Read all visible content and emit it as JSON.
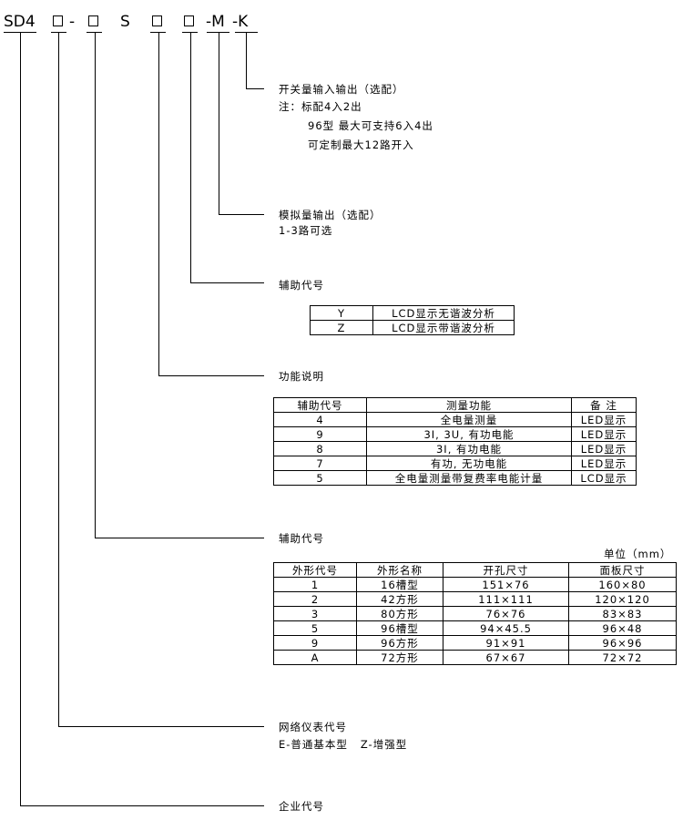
{
  "model_code": {
    "sd4": "SD4",
    "dash1": "-",
    "s": "S",
    "m": "-M",
    "k": "-K"
  },
  "switch_io": {
    "title": "开关量输入输出（选配）",
    "note1": "注：标配4入2出",
    "note2": "96型 最大可支持6入4出",
    "note3": "可定制最大12路开入"
  },
  "analog_output": {
    "title": "模拟量输出（选配）",
    "desc": "1-3路可选"
  },
  "aux_code_display": {
    "title": "辅助代号",
    "rows": [
      [
        "Y",
        "LCD显示无谐波分析"
      ],
      [
        "Z",
        "LCD显示带谐波分析"
      ]
    ]
  },
  "function_desc": {
    "title": "功能说明",
    "headers": [
      "辅助代号",
      "测量功能",
      "备 注"
    ],
    "rows": [
      [
        "4",
        "全电量测量",
        "LED显示"
      ],
      [
        "9",
        "3I, 3U, 有功电能",
        "LED显示"
      ],
      [
        "8",
        "3I, 有功电能",
        "LED显示"
      ],
      [
        "7",
        "有功, 无功电能",
        "LED显示"
      ],
      [
        "5",
        "全电量测量带复费率电能计量",
        "LCD显示"
      ]
    ]
  },
  "shape_code": {
    "title": "辅助代号",
    "unit": "单位（mm）",
    "headers": [
      "外形代号",
      "外形名称",
      "开孔尺寸",
      "面板尺寸"
    ],
    "rows": [
      [
        "1",
        "16槽型",
        "151×76",
        "160×80"
      ],
      [
        "2",
        "42方形",
        "111×111",
        "120×120"
      ],
      [
        "3",
        "80方形",
        "76×76",
        "83×83"
      ],
      [
        "5",
        "96槽型",
        "94×45.5",
        "96×48"
      ],
      [
        "9",
        "96方形",
        "91×91",
        "96×96"
      ],
      [
        "A",
        "72方形",
        "67×67",
        "72×72"
      ]
    ]
  },
  "meter_code": {
    "title": "网络仪表代号",
    "desc": "E-普通基本型   Z-增强型"
  },
  "company_code": {
    "title": "企业代号"
  }
}
